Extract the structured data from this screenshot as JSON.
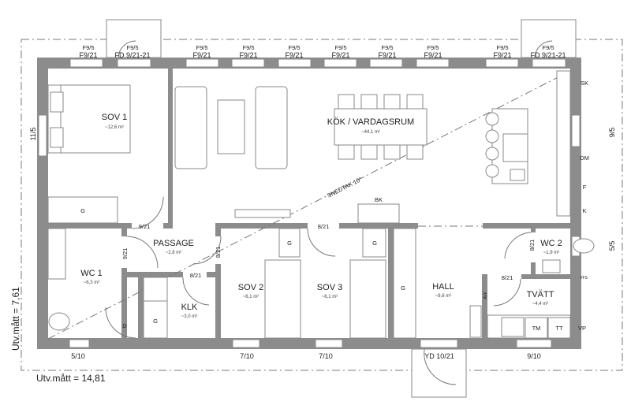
{
  "dimensions": {
    "width_label": "Utv.mått = 14,81",
    "height_label": "Utv.mått = 7,61"
  },
  "roof_label": "SNEDTAK 10°",
  "rooms": {
    "sov1": {
      "name": "SOV 1",
      "area": "~12,6 m²"
    },
    "kok": {
      "name": "KÖK / VARDAGSRUM",
      "area": "~44,1 m²"
    },
    "passage": {
      "name": "PASSAGE",
      "area": "~2,8 m²"
    },
    "wc1": {
      "name": "WC 1",
      "area": "~6,3 m²"
    },
    "klk": {
      "name": "KLK",
      "area": "~3,0 m²"
    },
    "sov2": {
      "name": "SOV 2",
      "area": "~6,1 m²"
    },
    "sov3": {
      "name": "SOV 3",
      "area": "~6,1 m²"
    },
    "hall": {
      "name": "HALL",
      "area": "~8,6 m²"
    },
    "wc2": {
      "name": "WC 2",
      "area": "~1,9 m²"
    },
    "tvatt": {
      "name": "TVÄTT",
      "area": "~4,4 m²"
    }
  },
  "top_windows": [
    {
      "top": "F9/5",
      "bottom": "F9/21"
    },
    {
      "top": "F9/5",
      "bottom": "FD 9/21-21"
    },
    {
      "top": "F9/5",
      "bottom": "F9/21"
    },
    {
      "top": "F9/5",
      "bottom": "F9/21"
    },
    {
      "top": "F9/5",
      "bottom": "F9/21"
    },
    {
      "top": "F9/5",
      "bottom": "F9/21"
    },
    {
      "top": "F9/5",
      "bottom": "F9/21"
    },
    {
      "top": "F9/5",
      "bottom": "F9/21"
    },
    {
      "top": "F9/5",
      "bottom": "F9/21"
    },
    {
      "top": "F9/5",
      "bottom": "FD 9/21-21"
    }
  ],
  "bottom_windows": [
    "5/10",
    "7/10",
    "7/10",
    "YD 10/21",
    "9/10"
  ],
  "side_windows": [
    "11/5",
    "9/5",
    "5/5"
  ],
  "doors": [
    "9/21",
    "9/21",
    "8/21",
    "8/21",
    "8/21",
    "8/21",
    "8/21"
  ],
  "fixtures": {
    "sk": "SK",
    "dm": "DM",
    "f": "F",
    "k": "K",
    "bk": "BK",
    "tm": "TM",
    "tt": "TT",
    "vp": "VP",
    "vfs": "VFS",
    "d": "D",
    "g": "G",
    "avf": "AVF"
  }
}
